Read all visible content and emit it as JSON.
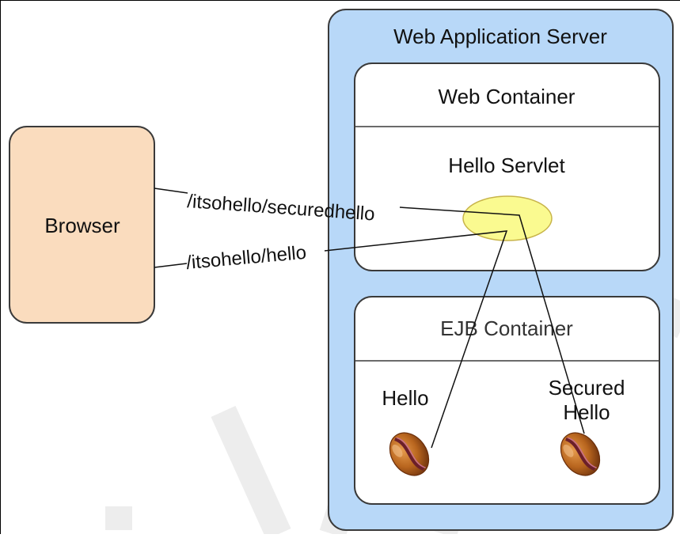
{
  "diagram": {
    "server": {
      "title": "Web Application Server"
    },
    "web_container": {
      "title": "Web Container",
      "servlet_label": "Hello Servlet"
    },
    "ejb_container": {
      "title": "EJB Container",
      "bean_hello_label": "Hello",
      "bean_secured_label_line1": "Secured",
      "bean_secured_label_line2": "Hello"
    },
    "browser": {
      "label": "Browser"
    },
    "links": {
      "secured_url": "/itsohello/securedhello",
      "hello_url": "/itsohello/hello"
    }
  },
  "colors": {
    "server_fill": "#b8d8f8",
    "browser_fill": "#fadcbe",
    "servlet_fill": "#fafa90",
    "container_fill": "#ffffff",
    "watermark": "#ededed"
  }
}
